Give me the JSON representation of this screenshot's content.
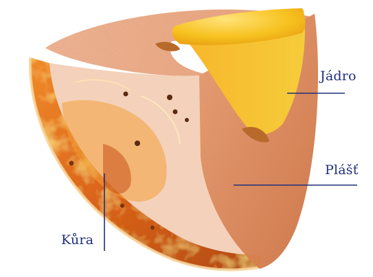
{
  "labels": {
    "core": "Jádro",
    "mantle": "Plášť",
    "crust": "Kůra"
  },
  "colors": {
    "label_text": "#1f2f7a",
    "leader_line": "#1f2f7a",
    "core": "#f6c21a",
    "mantle": "#e1895b",
    "crust": "#e0701f"
  }
}
